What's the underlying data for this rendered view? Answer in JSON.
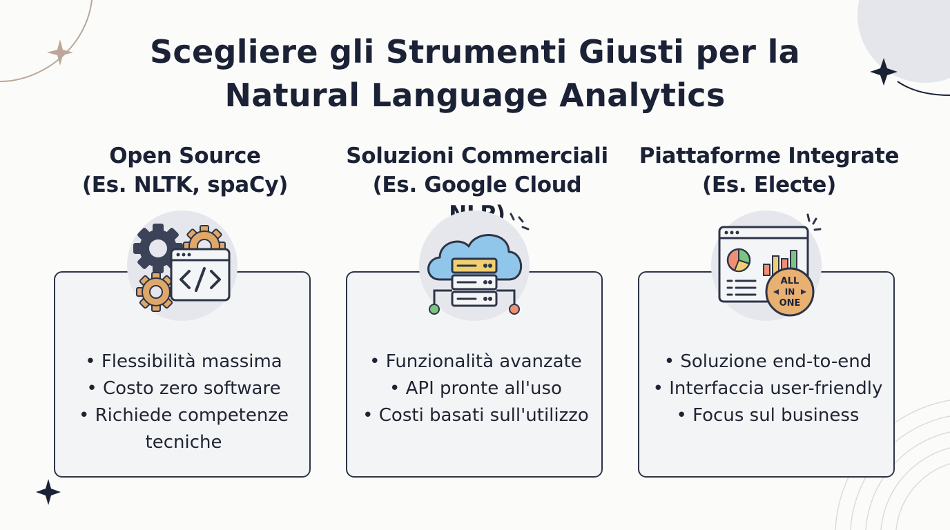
{
  "title": {
    "line1": "Scegliere gli Strumenti Giusti per la",
    "line2": "Natural Language Analytics"
  },
  "columns": [
    {
      "title_line1": "Open Source",
      "title_line2": "(Es. NLTK, spaCy)",
      "icon": "gears-code-icon",
      "bullets": [
        "Flessibilità massima",
        "Costo zero software",
        "Richiede competenze",
        "tecniche"
      ]
    },
    {
      "title_line1": "Soluzioni Commerciali",
      "title_line2": "(Es. Google Cloud NLP)",
      "icon": "cloud-server-icon",
      "bullets": [
        "Funzionalità avanzate",
        "API pronte all'uso",
        "Costi basati sull'utilizzo"
      ]
    },
    {
      "title_line1": "Piattaforme Integrate",
      "title_line2": "(Es. Electe)",
      "icon": "dashboard-all-in-one-icon",
      "badge_text": [
        "ALL",
        "IN",
        "ONE"
      ],
      "bullets": [
        "Soluzione end-to-end",
        "Interfaccia user-friendly",
        "Focus sul business"
      ]
    }
  ],
  "colors": {
    "navy": "#1b2236",
    "card_border": "#2d3447",
    "card_fill": "#f3f4f5",
    "gear_dark": "#3c4358",
    "gear_orange": "#e0a868",
    "cloud_blue": "#8fc6ea",
    "server_yellow": "#f0cf72",
    "node_green": "#7cc480",
    "node_orange": "#ef8f74",
    "badge_orange": "#e8b071"
  }
}
